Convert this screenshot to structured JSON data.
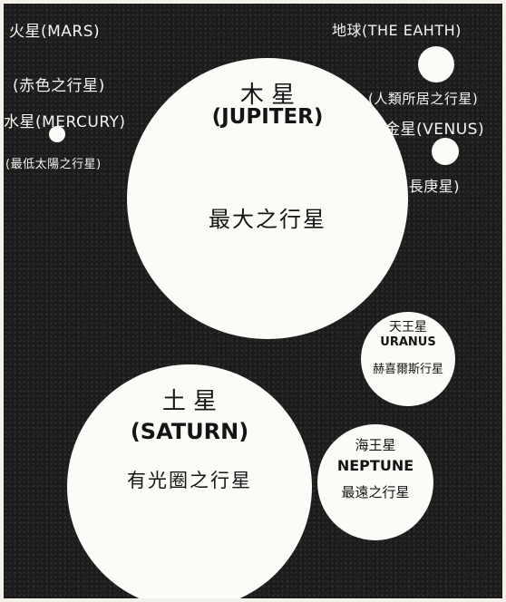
{
  "mars": {
    "name": "火星(MARS)",
    "note": "(赤色之行星)"
  },
  "mercury": {
    "name": "水星(MERCURY)",
    "note": "(最低太陽之行星)"
  },
  "earth": {
    "name": "地球(THE EAHTH)",
    "note": "(人類所居之行星)"
  },
  "venus": {
    "name": "金星(VENUS)",
    "note": "(長庚星)"
  },
  "jupiter": {
    "cn": "木 星",
    "en": "(JUPITER)",
    "note": "最大之行星"
  },
  "uranus": {
    "cn": "天王星",
    "en": "URANUS",
    "note": "赫喜爾斯行星"
  },
  "saturn": {
    "cn": "土 星",
    "en": "(SATURN)",
    "note": "有光圈之行星"
  },
  "neptune": {
    "cn": "海王星",
    "en": "NEPTUNE",
    "note": "最遠之行星"
  }
}
